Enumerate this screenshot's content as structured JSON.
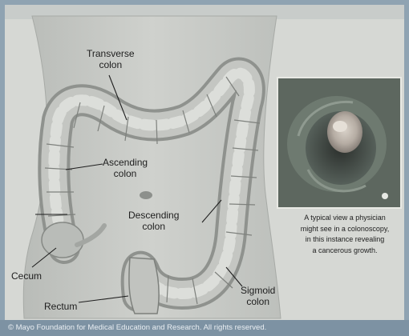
{
  "labels": {
    "transverse": [
      "Transverse",
      "colon"
    ],
    "ascending": [
      "Ascending",
      "colon"
    ],
    "descending": [
      "Descending",
      "colon"
    ],
    "cecum": "Cecum",
    "rectum": "Rectum",
    "sigmoid": [
      "Sigmoid",
      "colon"
    ]
  },
  "caption": [
    "A typical view a physician",
    "might see in a colonoscopy,",
    "in this instance revealing",
    "a cancerous growth."
  ],
  "footer": "© Mayo Foundation for Medical Education and Research.  All rights reserved."
}
